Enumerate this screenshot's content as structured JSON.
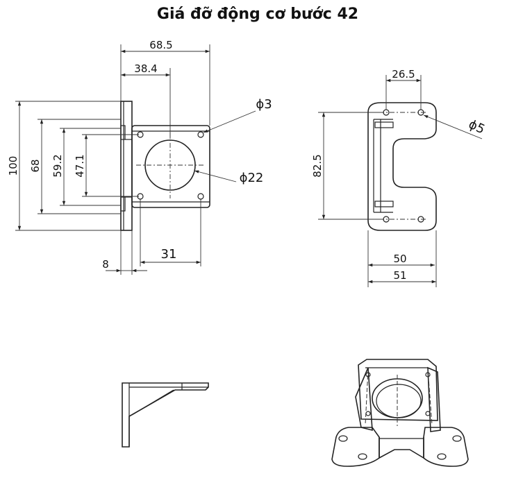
{
  "title": "Giá đỡ động cơ bước 42",
  "front_view": {
    "dim_width": "68.5",
    "dim_hole_span": "38.4",
    "dim_height": "100",
    "dim_plate": "68",
    "dim_mount": "59.2",
    "dim_holes": "47.1",
    "dim_offset": "31",
    "dim_thickness": "8",
    "hole_dia": "ϕ3",
    "bore_dia": "ϕ22"
  },
  "side_view": {
    "dim_top": "26.5",
    "dim_height": "82.5",
    "dim_inner": "50",
    "dim_outer": "51",
    "hole_dia": "ϕ5"
  }
}
